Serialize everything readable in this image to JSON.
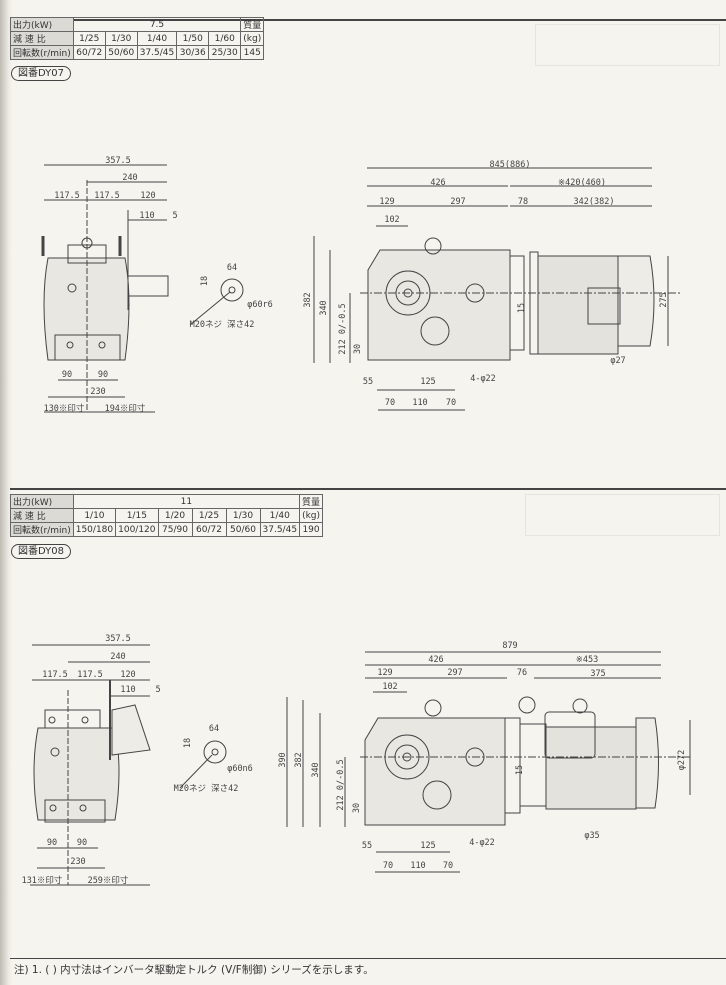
{
  "dy07": {
    "table": {
      "output_label": "出力(kW)",
      "output": "7.5",
      "ratio_label": "減 速 比",
      "speed_label": "回転数(r/min)",
      "weight_label": "質量",
      "weight_unit": "(kg)",
      "weight": "145",
      "ratios": [
        "1/25",
        "1/30",
        "1/40",
        "1/50",
        "1/60"
      ],
      "speeds": [
        "60/72",
        "50/60",
        "37.5/45",
        "30/36",
        "25/30"
      ]
    },
    "drawing_no": "図番DY07",
    "side_dims": [
      "357.5",
      "240",
      "117.5",
      "117.5",
      "120",
      "110",
      "5",
      "64",
      "18",
      "φ60r6",
      "M20ネジ 深さ42",
      "90",
      "90",
      "230",
      "130※印寸",
      "194※印寸"
    ],
    "front_dims": [
      "845(886)",
      "426",
      "※420(460)",
      "129",
      "297",
      "78",
      "342(382)",
      "102",
      "382",
      "340",
      "212 0/-0.5",
      "30",
      "15",
      "275",
      "φ27",
      "55",
      "125",
      "4-φ22",
      "70",
      "110",
      "70"
    ]
  },
  "dy08": {
    "table": {
      "output_label": "出力(kW)",
      "output": "11",
      "ratio_label": "減 速 比",
      "speed_label": "回転数(r/min)",
      "weight_label": "質量",
      "weight_unit": "(kg)",
      "weight": "190",
      "ratios": [
        "1/10",
        "1/15",
        "1/20",
        "1/25",
        "1/30",
        "1/40"
      ],
      "speeds": [
        "150/180",
        "100/120",
        "75/90",
        "60/72",
        "50/60",
        "37.5/45"
      ]
    },
    "drawing_no": "図番DY08",
    "side_dims": [
      "357.5",
      "240",
      "117.5",
      "117.5",
      "120",
      "110",
      "5",
      "64",
      "18",
      "φ60n6",
      "M20ネジ 深さ42",
      "90",
      "90",
      "230",
      "131※印寸",
      "259※印寸"
    ],
    "front_dims": [
      "879",
      "426",
      "※453",
      "129",
      "297",
      "76",
      "375",
      "102",
      "390",
      "382",
      "340",
      "212 0/-0.5",
      "30",
      "15",
      "φ272",
      "φ35",
      "55",
      "125",
      "4-φ22",
      "70",
      "110",
      "70"
    ]
  },
  "footnote": "注) 1. (  ) 内寸法はインバータ駆動定トルク (V/F制御) シリーズを示します。"
}
